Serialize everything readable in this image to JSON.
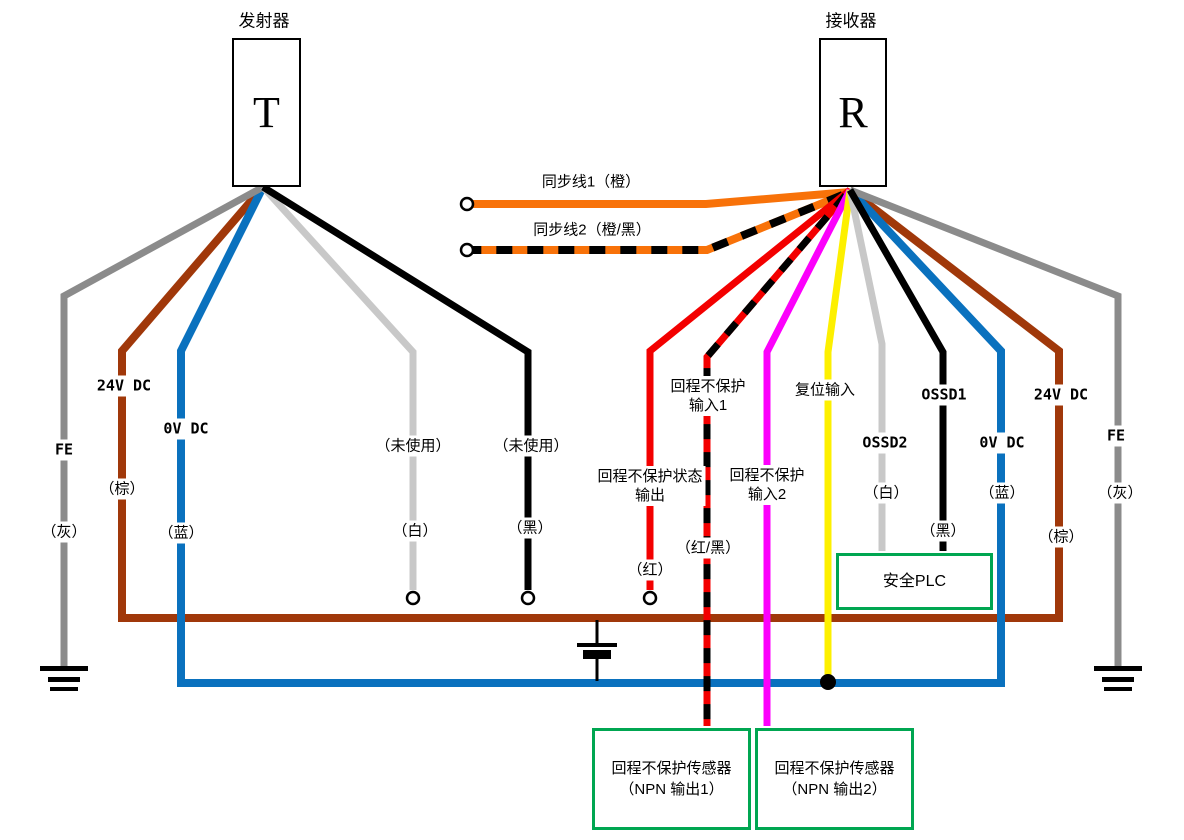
{
  "transmitter": {
    "title": "发射器",
    "letter": "T"
  },
  "receiver": {
    "title": "接收器",
    "letter": "R"
  },
  "sync": {
    "line1": "同步线1（橙）",
    "line2": "同步线2（橙/黑）"
  },
  "left_wires": {
    "fe": "FE",
    "fe_color": "（灰）",
    "v24": "24V DC",
    "v24_color": "（棕）",
    "v0": "0V DC",
    "v0_color": "（蓝）",
    "unused_white": "（未使用）",
    "white_color": "（白）",
    "unused_black": "（未使用）",
    "black_color": "（黑）"
  },
  "right_wires": {
    "muting_status_1": "回程不保护状态",
    "muting_status_2": "输出",
    "muting_status_color": "（红）",
    "muting_in1_1": "回程不保护",
    "muting_in1_2": "输入1",
    "muting_in1_color": "（红/黑）",
    "muting_in2_1": "回程不保护",
    "muting_in2_2": "输入2",
    "reset": "复位输入",
    "ossd2": "OSSD2",
    "ossd2_color": "（白）",
    "ossd1": "OSSD1",
    "ossd1_color": "（黑）",
    "v0": "0V DC",
    "v0_color": "（蓝）",
    "v24": "24V DC",
    "v24_color": "（棕）",
    "fe": "FE",
    "fe_color": "（灰）"
  },
  "boxes": {
    "safety_plc": "安全PLC",
    "sensor1_line1": "回程不保护传感器",
    "sensor1_line2": "（NPN 输出1）",
    "sensor2_line1": "回程不保护传感器",
    "sensor2_line2": "（NPN 输出2）"
  },
  "colors": {
    "orange": "#F87209",
    "brown": "#A0380A",
    "blue": "#0A71BE",
    "red": "#F30000",
    "magenta": "#FC00FC",
    "yellow": "#FDF000",
    "gray": "#8B8B8B",
    "light_gray": "#C8C8C8",
    "black": "#000000",
    "green_box_border": "#00A651"
  }
}
